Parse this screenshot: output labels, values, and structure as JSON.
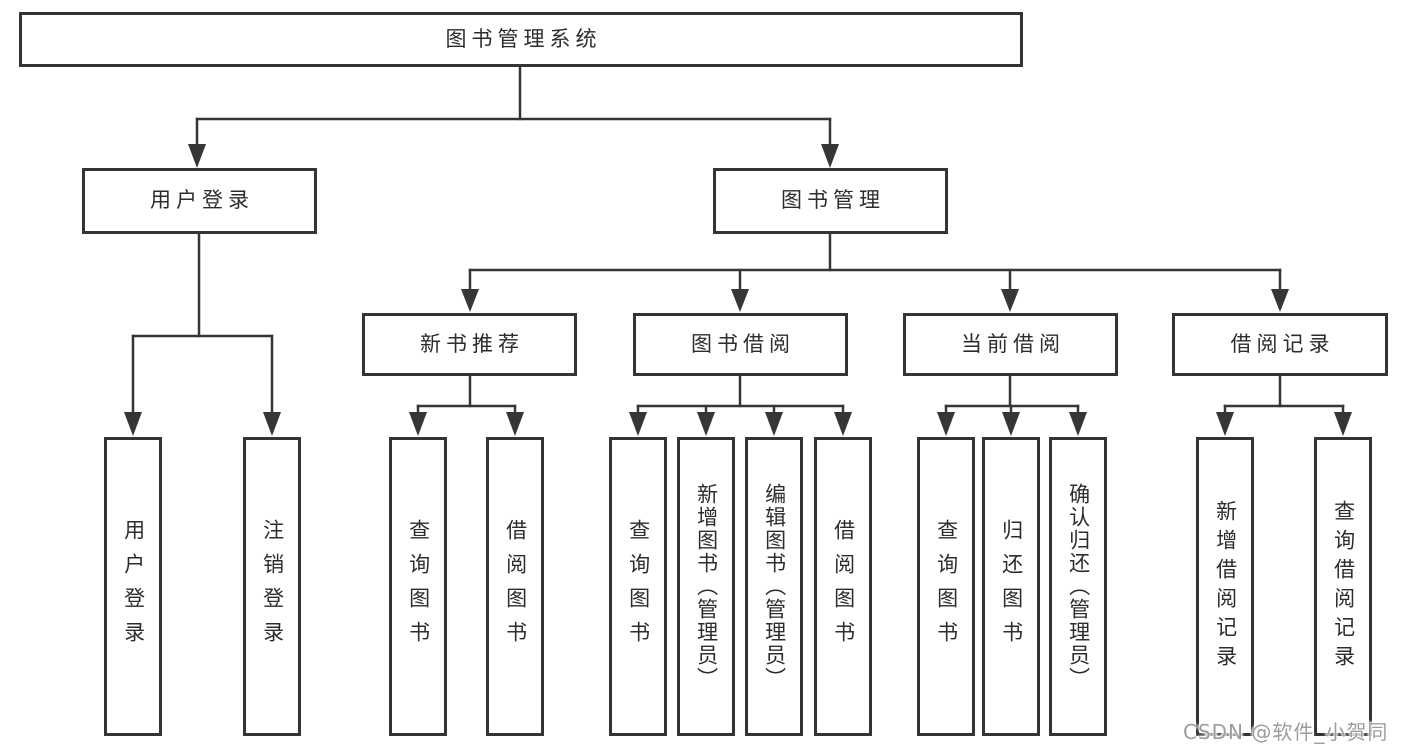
{
  "diagram": {
    "root": {
      "label": "图书管理系统"
    },
    "branches": [
      {
        "label": "用户登录",
        "children": [
          {
            "label": "用户登录"
          },
          {
            "label": "注销登录"
          }
        ]
      },
      {
        "label": "图书管理",
        "children": [
          {
            "label": "新书推荐",
            "children": [
              {
                "label": "查询图书"
              },
              {
                "label": "借阅图书"
              }
            ]
          },
          {
            "label": "图书借阅",
            "children": [
              {
                "label": "查询图书"
              },
              {
                "label": "新增图书（管理员）"
              },
              {
                "label": "编辑图书（管理员）"
              },
              {
                "label": "借阅图书"
              }
            ]
          },
          {
            "label": "当前借阅",
            "children": [
              {
                "label": "查询图书"
              },
              {
                "label": "归还图书"
              },
              {
                "label": "确认归还（管理员）"
              }
            ]
          },
          {
            "label": "借阅记录",
            "children": [
              {
                "label": "新增借阅记录"
              },
              {
                "label": "查询借阅记录"
              }
            ]
          }
        ]
      }
    ],
    "watermark": "CSDN @软件_小贺同学",
    "colors": {
      "line": "#363636",
      "border": "#343434",
      "text": "#2d2d2d",
      "watermark_text": "#9d9d9d",
      "background": "#ffffff"
    }
  }
}
